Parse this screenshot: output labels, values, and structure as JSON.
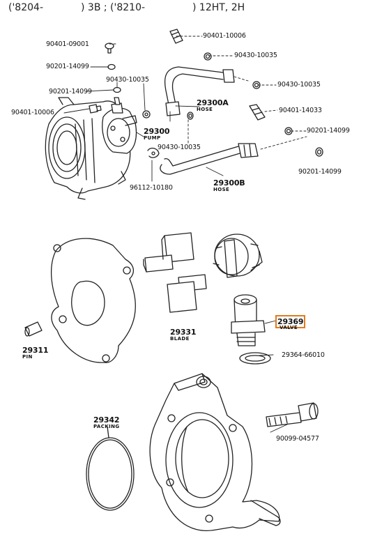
{
  "header": {
    "seg1": "('8204-",
    "seg2": ") 3B ; ('8210-",
    "seg3": ") 12HT, 2H"
  },
  "parts": {
    "p90401_10006_a": "90401-10006",
    "p90401_09001": "90401-09001",
    "p90201_14099_a": "90201-14099",
    "p90430_10035_a": "90430-10035",
    "p90430_10035_b": "90430-10035",
    "p90201_14099_b": "90201-14099",
    "p90430_10035_c": "90430-10035",
    "p90401_10006_b": "90401-10006",
    "p29300A": "29300A",
    "p29300A_sub": "HOSE",
    "p90401_14033": "90401-14033",
    "p29300": "29300",
    "p29300_sub": "PUMP",
    "p90201_14099_c": "90201-14099",
    "p90430_10035_d": "90430-10035",
    "p90201_14099_d": "90201-14099",
    "p96112_10180": "96112-10180",
    "p29300B": "29300B",
    "p29300B_sub": "HOSE",
    "p29369": "29369",
    "p29369_sub": "VALVE",
    "p29331": "29331",
    "p29331_sub": "BLADE",
    "p29311": "29311",
    "p29311_sub": "PIN",
    "p29364_66010": "29364-66010",
    "p29342": "29342",
    "p29342_sub": "PACKING",
    "p90099_04577": "90099-04577"
  },
  "colors": {
    "line": "#222222",
    "highlight": "#e07b20",
    "background": "#ffffff"
  }
}
